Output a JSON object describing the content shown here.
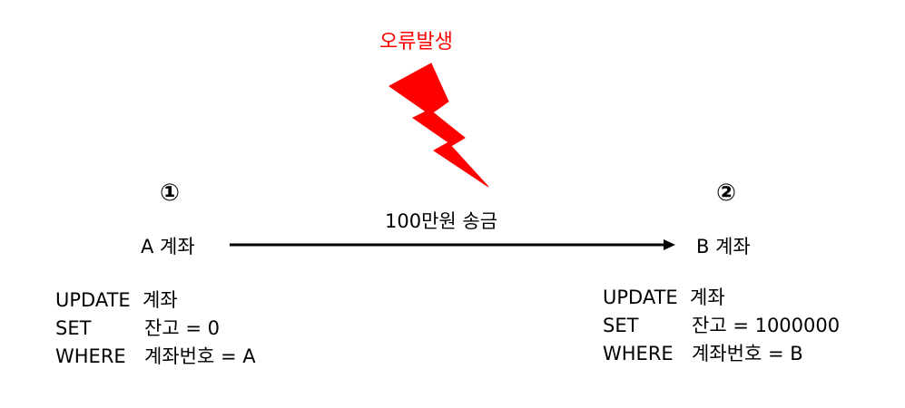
{
  "error": {
    "label": "오류발생",
    "color": "#ff0000"
  },
  "transfer": {
    "label": "100만원 송금"
  },
  "steps": {
    "first": "①",
    "second": "②"
  },
  "accounts": {
    "from": "A 계좌",
    "to": "B 계좌"
  },
  "sql_left": {
    "update_kw": "UPDATE",
    "update_target": "계좌",
    "set_kw": "SET",
    "set_expr": "잔고 = 0",
    "where_kw": "WHERE",
    "where_expr": "계좌번호 = A"
  },
  "sql_right": {
    "update_kw": "UPDATE",
    "update_target": "계좌",
    "set_kw": "SET",
    "set_expr": "잔고 = 1000000",
    "where_kw": "WHERE",
    "where_expr": "계좌번호 = B"
  },
  "icons": {
    "lightning": "lightning-bolt-icon",
    "arrow": "arrow-right-icon"
  }
}
